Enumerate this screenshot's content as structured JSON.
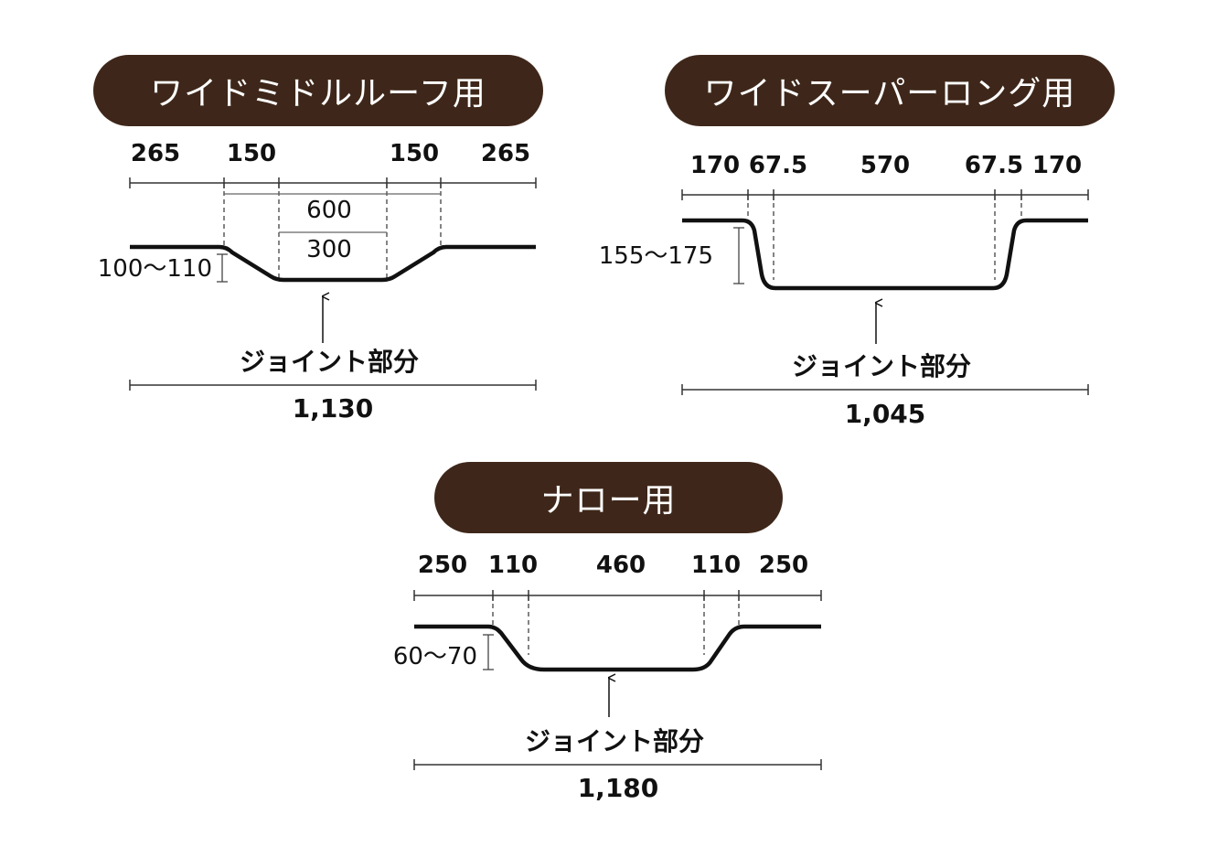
{
  "panels": [
    {
      "title": "ワイドミドルルーフ用",
      "top_dimensions": [
        "265",
        "150",
        "150",
        "265"
      ],
      "inner_dimensions": [
        "600",
        "300"
      ],
      "height_range": "100〜110",
      "joint_label": "ジョイント部分",
      "total_width": "1,130"
    },
    {
      "title": "ワイドスーパーロング用",
      "top_dimensions": [
        "170",
        "67.5",
        "570",
        "67.5",
        "170"
      ],
      "height_range": "155〜175",
      "joint_label": "ジョイント部分",
      "total_width": "1,045"
    },
    {
      "title": "ナロー用",
      "top_dimensions": [
        "250",
        "110",
        "460",
        "110",
        "250"
      ],
      "height_range": "60〜70",
      "joint_label": "ジョイント部分",
      "total_width": "1,180"
    }
  ],
  "colors": {
    "pill_background": "#3e271a",
    "pill_text": "#ffffff",
    "line": "#111111"
  }
}
